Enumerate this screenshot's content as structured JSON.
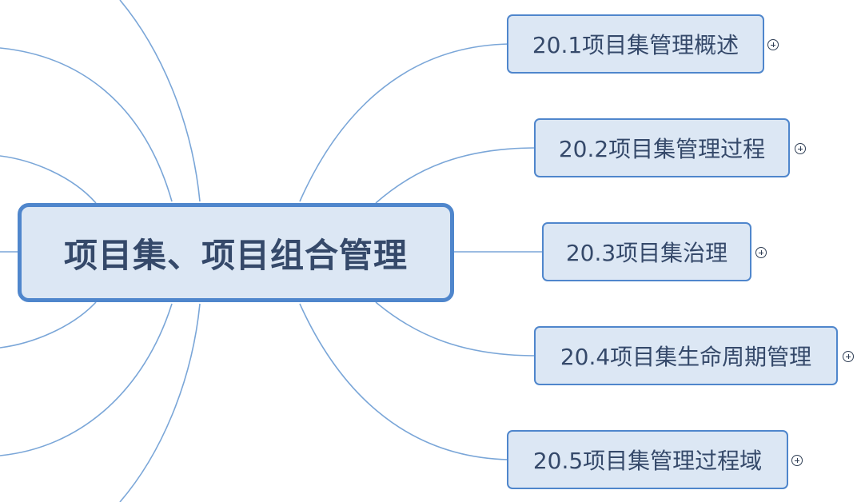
{
  "mind_map": {
    "central_topic": "项目集、项目组合管理",
    "subtopics": [
      {
        "label": "20.1项目集管理概述",
        "collapsed": true
      },
      {
        "label": "20.2项目集管理过程",
        "collapsed": true
      },
      {
        "label": "20.3项目集治理",
        "collapsed": true
      },
      {
        "label": "20.4项目集生命周期管理",
        "collapsed": true
      },
      {
        "label": "20.5项目集管理过程域",
        "collapsed": true
      }
    ],
    "colors": {
      "node_fill": "#dce7f4",
      "node_border": "#4f86cc",
      "text": "#35496a",
      "connector": "#7aa6d8"
    }
  }
}
